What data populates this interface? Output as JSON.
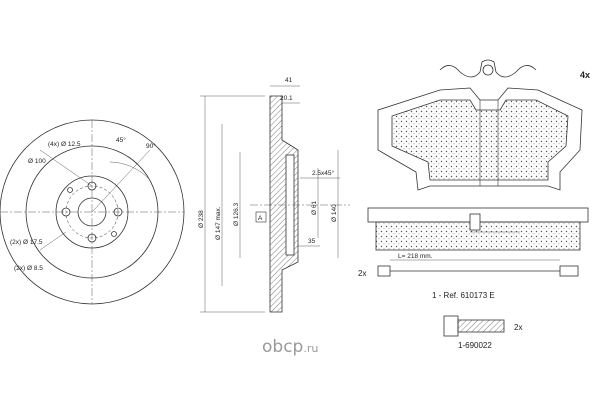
{
  "disc_front": {
    "dims": {
      "holes": "(4x) Ø 12.5",
      "angle45": "45°",
      "angle90": "90°",
      "pcd": "Ø 100",
      "cutout": "(2x) Ø 17.5",
      "screw": "(2x) Ø 8.5"
    }
  },
  "disc_section": {
    "dims": {
      "thickness_total": "41",
      "thickness_disc": "20.1",
      "chamfer": "2.5x45°",
      "outer_dia": "Ø 238",
      "inner_dia": "Ø 147 max.",
      "hub_dia": "Ø 126.3",
      "bore": "Ø 61",
      "hat_dia": "Ø 140",
      "hat_depth": "35",
      "ref_A": "A"
    }
  },
  "brake_pad": {
    "qty": "4x"
  },
  "wear_sensor": {
    "qty": "2x",
    "length": "L= 218 mm.",
    "ref": "1 - Ref. 610173 E"
  },
  "bolt": {
    "qty": "2x",
    "ref": "1-690022"
  },
  "watermark": {
    "text": "obcp",
    "suffix": ".ru"
  }
}
